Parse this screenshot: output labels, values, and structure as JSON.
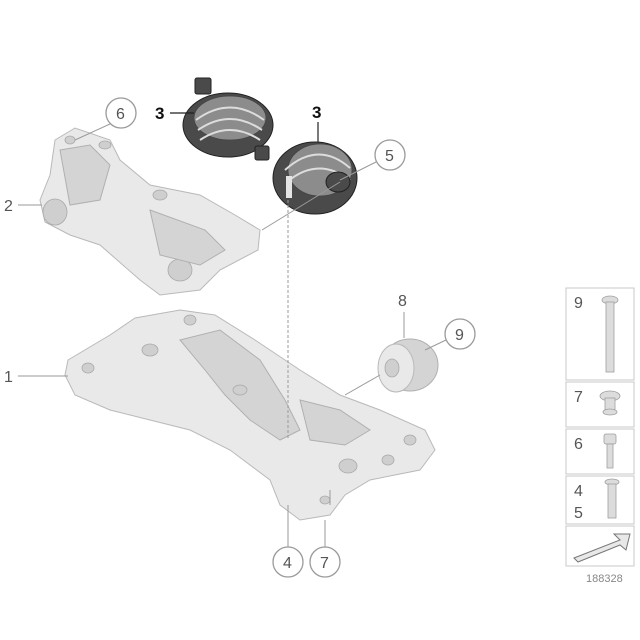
{
  "callouts": {
    "c1": "1",
    "c2": "2",
    "c3a": "3",
    "c3b": "3",
    "c4": "4",
    "c5": "5",
    "c6": "6",
    "c7": "7",
    "c8": "8",
    "c9": "9"
  },
  "legend": {
    "items": [
      {
        "label": "9"
      },
      {
        "label": "7"
      },
      {
        "label": "6"
      },
      {
        "label": "4"
      },
      {
        "label": "5"
      }
    ]
  },
  "reference_number": "188328"
}
